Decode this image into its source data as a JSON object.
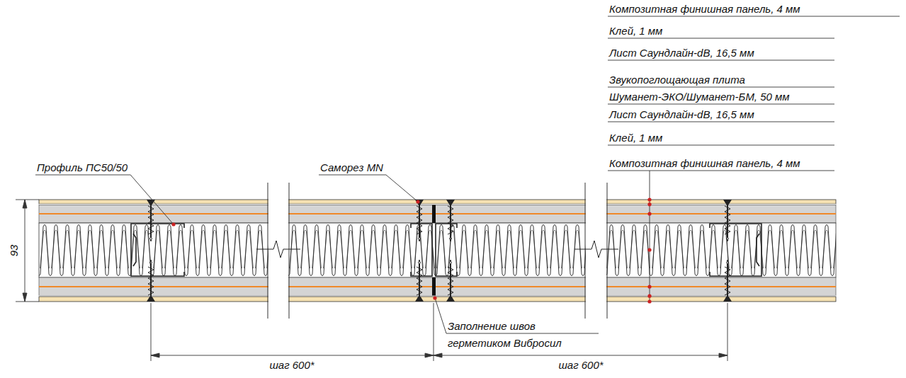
{
  "diagram": {
    "labels": [
      "Композитная финишная панель, 4 мм",
      "Клей, 1 мм",
      "Лист Саундлайн-dB, 16,5 мм",
      "Звукопоглощающая плита",
      "Шуманет-ЭКО/Шуманет-БМ, 50 мм",
      "Лист Саундлайн-dB, 16,5 мм",
      "Клей, 1 мм",
      "Композитная финишная панель, 4 мм",
      "Профиль ПС50/50",
      "Саморез MN",
      "Заполнение швов",
      "герметиком Вибросил",
      "93",
      "шаг 600*",
      "шаг 600*"
    ]
  }
}
